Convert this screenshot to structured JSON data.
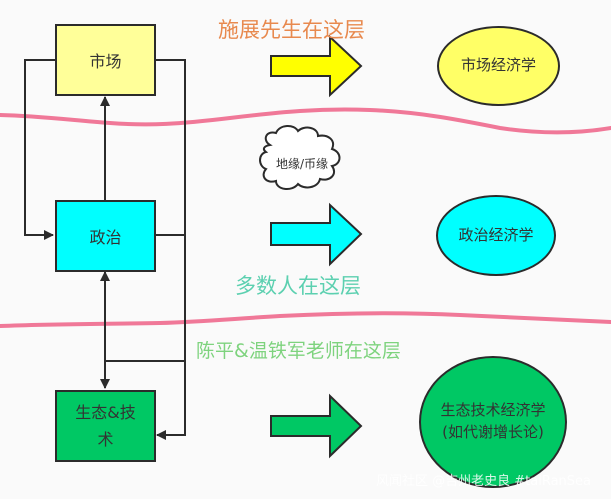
{
  "colors": {
    "market": "#ffff99",
    "market_arrow": "#ffff00",
    "market_ellipse": "#ffff66",
    "politics": "#00ffff",
    "ecotech": "#00c864",
    "separator": "#f07898",
    "connector": "#2b2b2b",
    "label_top": "#e8894e",
    "label_middle": "#5cd0b0",
    "label_bottom": "#7ed37e"
  },
  "boxes": {
    "market": "市场",
    "politics": "政治",
    "ecotech_line1": "生态&技",
    "ecotech_line2": "术"
  },
  "layer_labels": {
    "top": "施展先生在这层",
    "middle": "多数人在这层",
    "bottom": "陈平&温铁军老师在这层"
  },
  "cloud": {
    "text": "地缘/币缘"
  },
  "ellipses": {
    "market": "市场经济学",
    "politics": "政治经济学",
    "ecotech_line1": "生态技术经济学",
    "ecotech_line2": "(如代谢增长论)"
  },
  "watermark": "风闻社区 @吉州老史良 #taiRanSea"
}
